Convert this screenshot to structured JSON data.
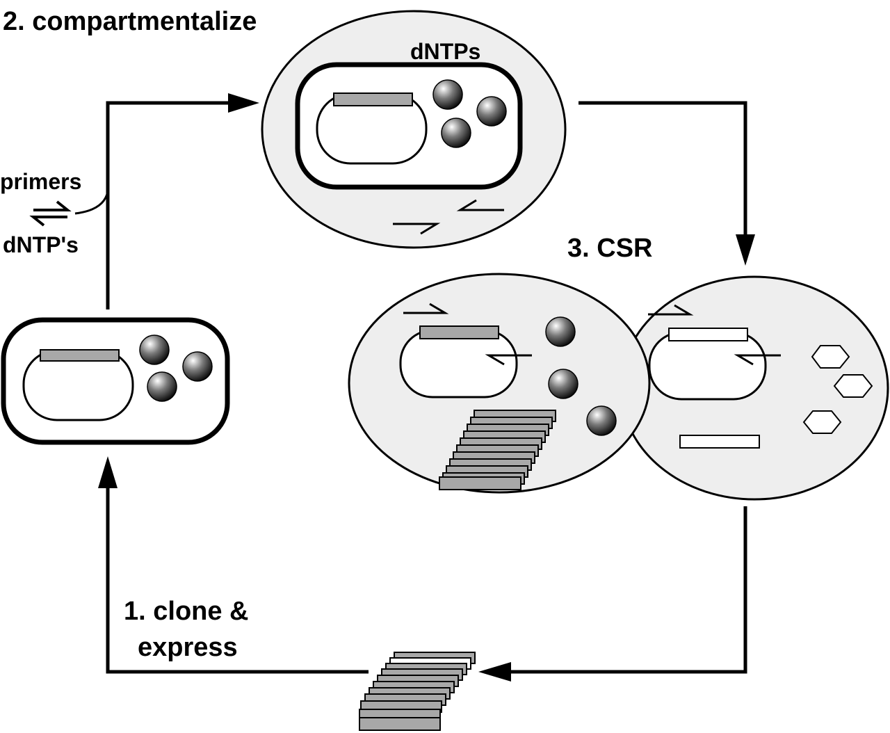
{
  "labels": {
    "step2": "2. compartmentalize",
    "dntps": "dNTPs",
    "primers": "primers",
    "dntp_prime": "dNTP's",
    "step3": "3. CSR",
    "step1_line1": "1. clone &",
    "step1_line2": "express"
  },
  "colors": {
    "emulsion_fill": "#eeeeee",
    "gene_fill": "#a8a8a8",
    "stroke": "#000000",
    "background": "#ffffff"
  }
}
